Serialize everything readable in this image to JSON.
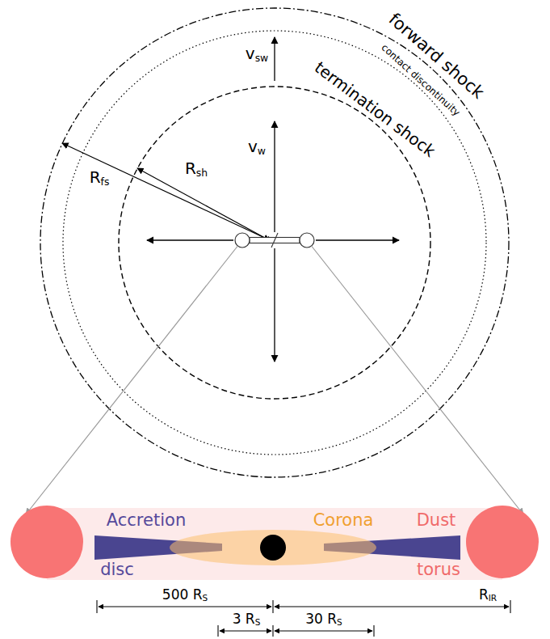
{
  "diagram": {
    "labels": [
      "forward shock",
      "contact discontinuity",
      "vsw",
      "termination shock",
      "Rfs",
      "Rsh",
      "vw",
      "Accretion",
      "Corona",
      "Dust",
      "disc",
      "torus",
      "500 RS",
      "RIR",
      "3 RS",
      "30 RS"
    ]
  }
}
